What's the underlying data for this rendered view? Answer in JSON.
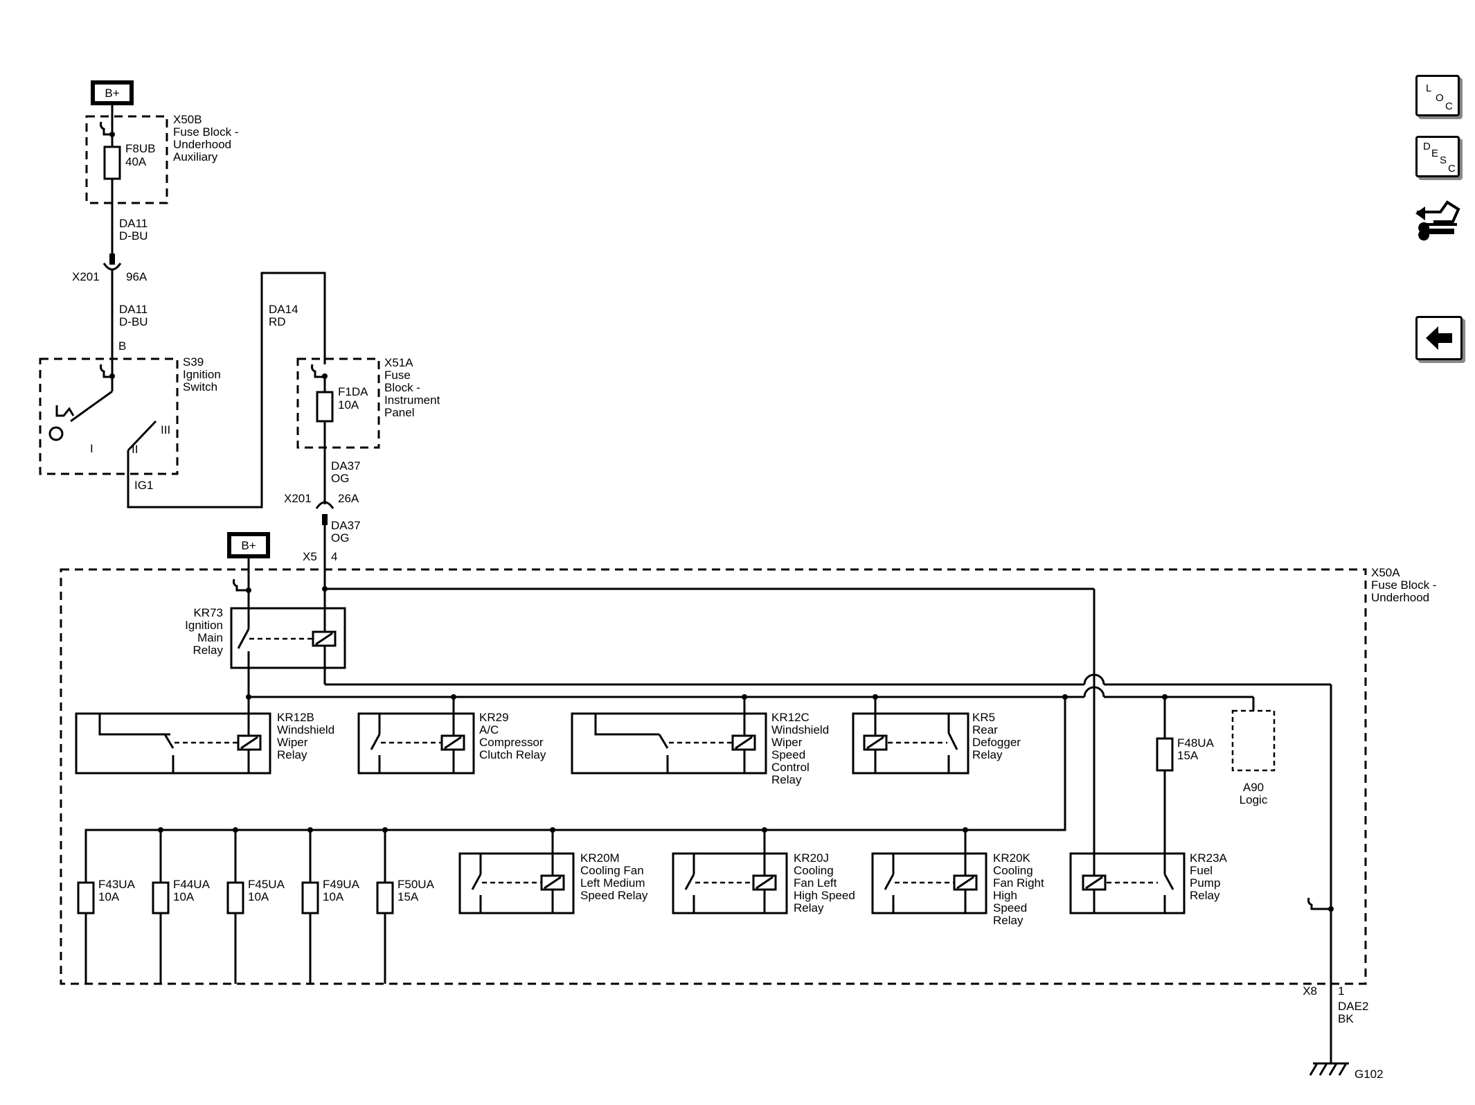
{
  "power_labels": {
    "bplus_1": "B+",
    "bplus_2": "B+"
  },
  "components": {
    "x50b": [
      "X50B",
      "Fuse Block -",
      "Underhood",
      "Auxiliary"
    ],
    "f8ub": [
      "F8UB",
      "40A"
    ],
    "s39": [
      "S39",
      "Ignition",
      "Switch"
    ],
    "x51a": [
      "X51A",
      "Fuse",
      "Block -",
      "Instrument",
      "Panel"
    ],
    "f1da": [
      "F1DA",
      "10A"
    ],
    "x50a": [
      "X50A",
      "Fuse Block -",
      "Underhood"
    ],
    "kr73": [
      "KR73",
      "Ignition",
      "Main",
      "Relay"
    ],
    "kr12b": [
      "KR12B",
      "Windshield",
      "Wiper",
      "Relay"
    ],
    "kr29": [
      "KR29",
      "A/C",
      "Compressor",
      "Clutch Relay"
    ],
    "kr12c": [
      "KR12C",
      "Windshield",
      "Wiper",
      "Speed",
      "Control",
      "Relay"
    ],
    "kr5": [
      "KR5",
      "Rear",
      "Defogger",
      "Relay"
    ],
    "f48ua": [
      "F48UA",
      "15A"
    ],
    "a90": [
      "A90",
      "Logic"
    ],
    "f43ua": [
      "F43UA",
      "10A"
    ],
    "f44ua": [
      "F44UA",
      "10A"
    ],
    "f45ua": [
      "F45UA",
      "10A"
    ],
    "f49ua": [
      "F49UA",
      "10A"
    ],
    "f50ua": [
      "F50UA",
      "15A"
    ],
    "kr20m": [
      "KR20M",
      "Cooling Fan",
      "Left Medium",
      "Speed Relay"
    ],
    "kr20j": [
      "KR20J",
      "Cooling",
      "Fan Left",
      "High Speed",
      "Relay"
    ],
    "kr20k": [
      "KR20K",
      "Cooling",
      "Fan Right",
      "High",
      "Speed",
      "Relay"
    ],
    "kr23a": [
      "KR23A",
      "Fuel",
      "Pump",
      "Relay"
    ],
    "g102": "G102"
  },
  "wires": {
    "da11_top": [
      "DA11",
      "D-BU"
    ],
    "da11_bottom": [
      "DA11",
      "D-BU"
    ],
    "da14": [
      "DA14",
      "RD"
    ],
    "da37_top": [
      "DA37",
      "OG"
    ],
    "da37_bottom": [
      "DA37",
      "OG"
    ],
    "dae2": [
      "DAE2",
      "BK"
    ]
  },
  "connectors": {
    "x201_a": {
      "name": "X201",
      "pin": "96A"
    },
    "x201_b": {
      "name": "X201",
      "pin": "26A"
    },
    "x5": {
      "name": "X5",
      "pin": "4"
    },
    "x8": {
      "name": "X8",
      "pin": "1"
    },
    "s39_pin_b": "B",
    "ig1": "IG1",
    "switch_pos_1": "I",
    "switch_pos_2": "II",
    "switch_pos_3": "III"
  },
  "nav": {
    "loc": [
      "L",
      "O",
      "C"
    ],
    "desc": [
      "D",
      "E",
      "S",
      "C"
    ]
  }
}
